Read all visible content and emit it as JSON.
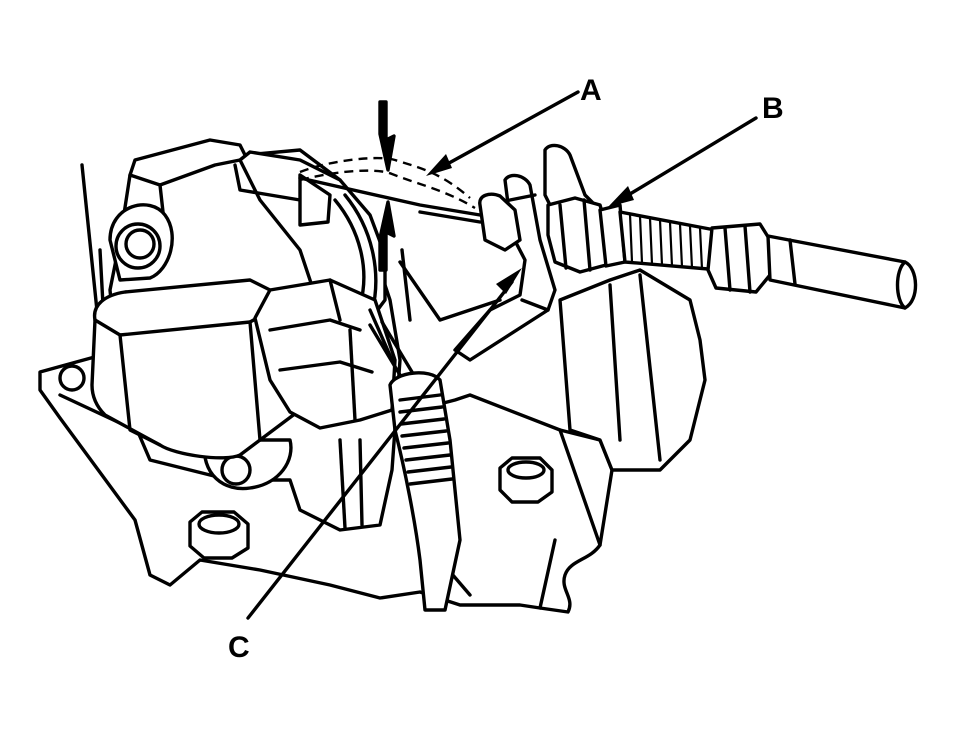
{
  "diagram": {
    "callouts": [
      {
        "id": "a",
        "label": "A"
      },
      {
        "id": "b",
        "label": "B"
      },
      {
        "id": "c",
        "label": "C"
      }
    ]
  }
}
